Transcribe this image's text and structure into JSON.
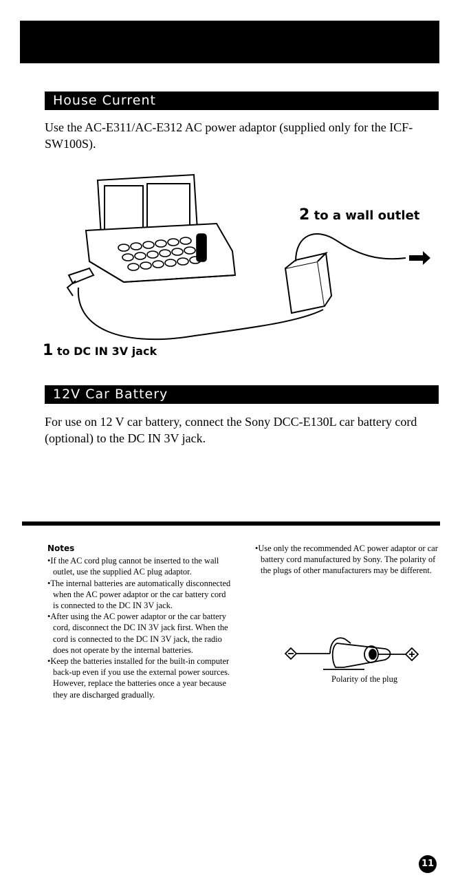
{
  "house": {
    "heading": "House Current",
    "text": "Use the AC-E311/AC-E312 AC power adaptor (supplied only for the ICF-SW100S).",
    "callout_wall_num": "2",
    "callout_wall": "to a wall outlet",
    "callout_jack_num": "1",
    "callout_jack": "to DC IN 3V jack"
  },
  "car": {
    "heading": "12V Car Battery",
    "text": "For use on 12 V car battery, connect the Sony DCC-E130L car battery cord (optional) to the DC IN 3V jack."
  },
  "notes": {
    "title": "Notes",
    "left_items": [
      "•If the AC cord plug cannot be inserted to the wall outlet, use the supplied AC plug adaptor.",
      "•The internal batteries are automatically disconnected when the AC power adaptor or the car battery cord is connected to the DC IN 3V jack.",
      "•After using the AC power adaptor or the car battery cord, disconnect the DC IN 3V jack first. When the cord is connected to the DC IN 3V jack, the radio does not operate by the internal batteries.",
      "•Keep the batteries installed for the built-in computer back-up even if you use the external power sources. However, replace the batteries once a year because they are discharged gradually."
    ],
    "right_item": "•Use only the recommended AC power adaptor or car battery cord manufactured by Sony. The polarity of the plugs of other manufacturers may be different.",
    "plug_caption": "Polarity of the plug"
  },
  "page_number": "11"
}
